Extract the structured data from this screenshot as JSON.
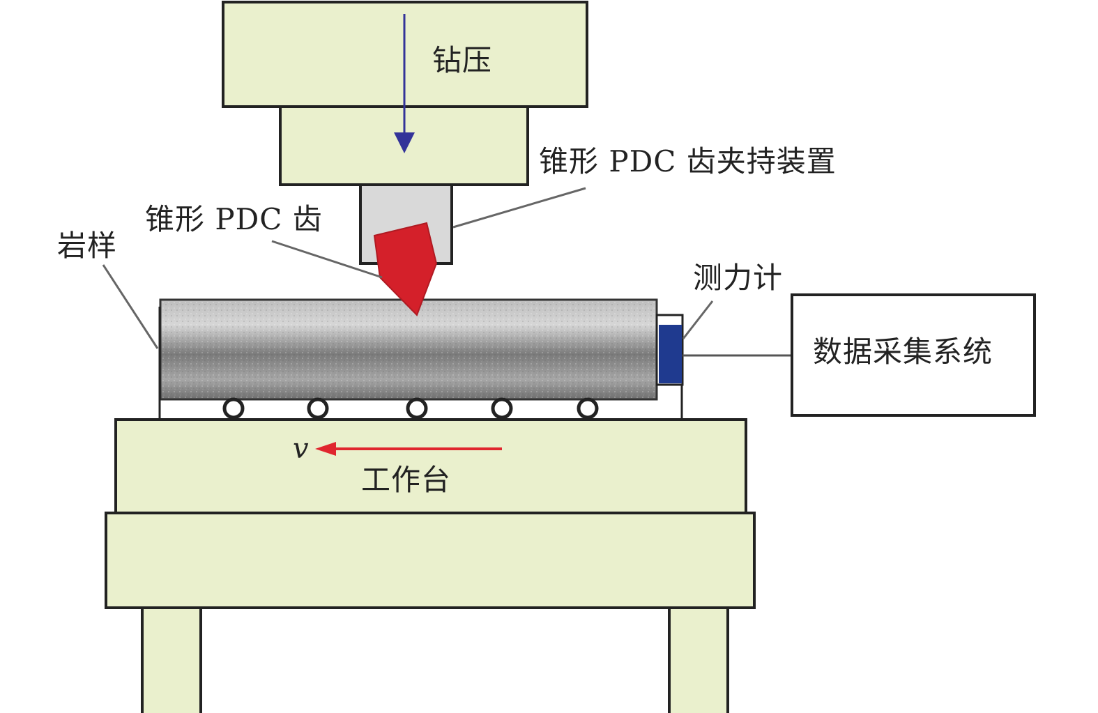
{
  "labels": {
    "press": "钻压",
    "holder": "锥形 PDC 齿夹持装置",
    "cutter": "锥形 PDC 齿",
    "rock_sample": "岩样",
    "dynamometer": "测力计",
    "daq": "数据采集系统",
    "velocity": "v",
    "worktable": "工作台"
  },
  "colors": {
    "machine_fill": "#eaf0cd",
    "outline": "#222222",
    "cutter": "#d4202a",
    "velocity_arrow": "#e0262e",
    "press_arrow": "#333399",
    "sensor": "#1f3a8f",
    "holder_tip": "#d9d9d9",
    "leader_line": "#666666"
  }
}
